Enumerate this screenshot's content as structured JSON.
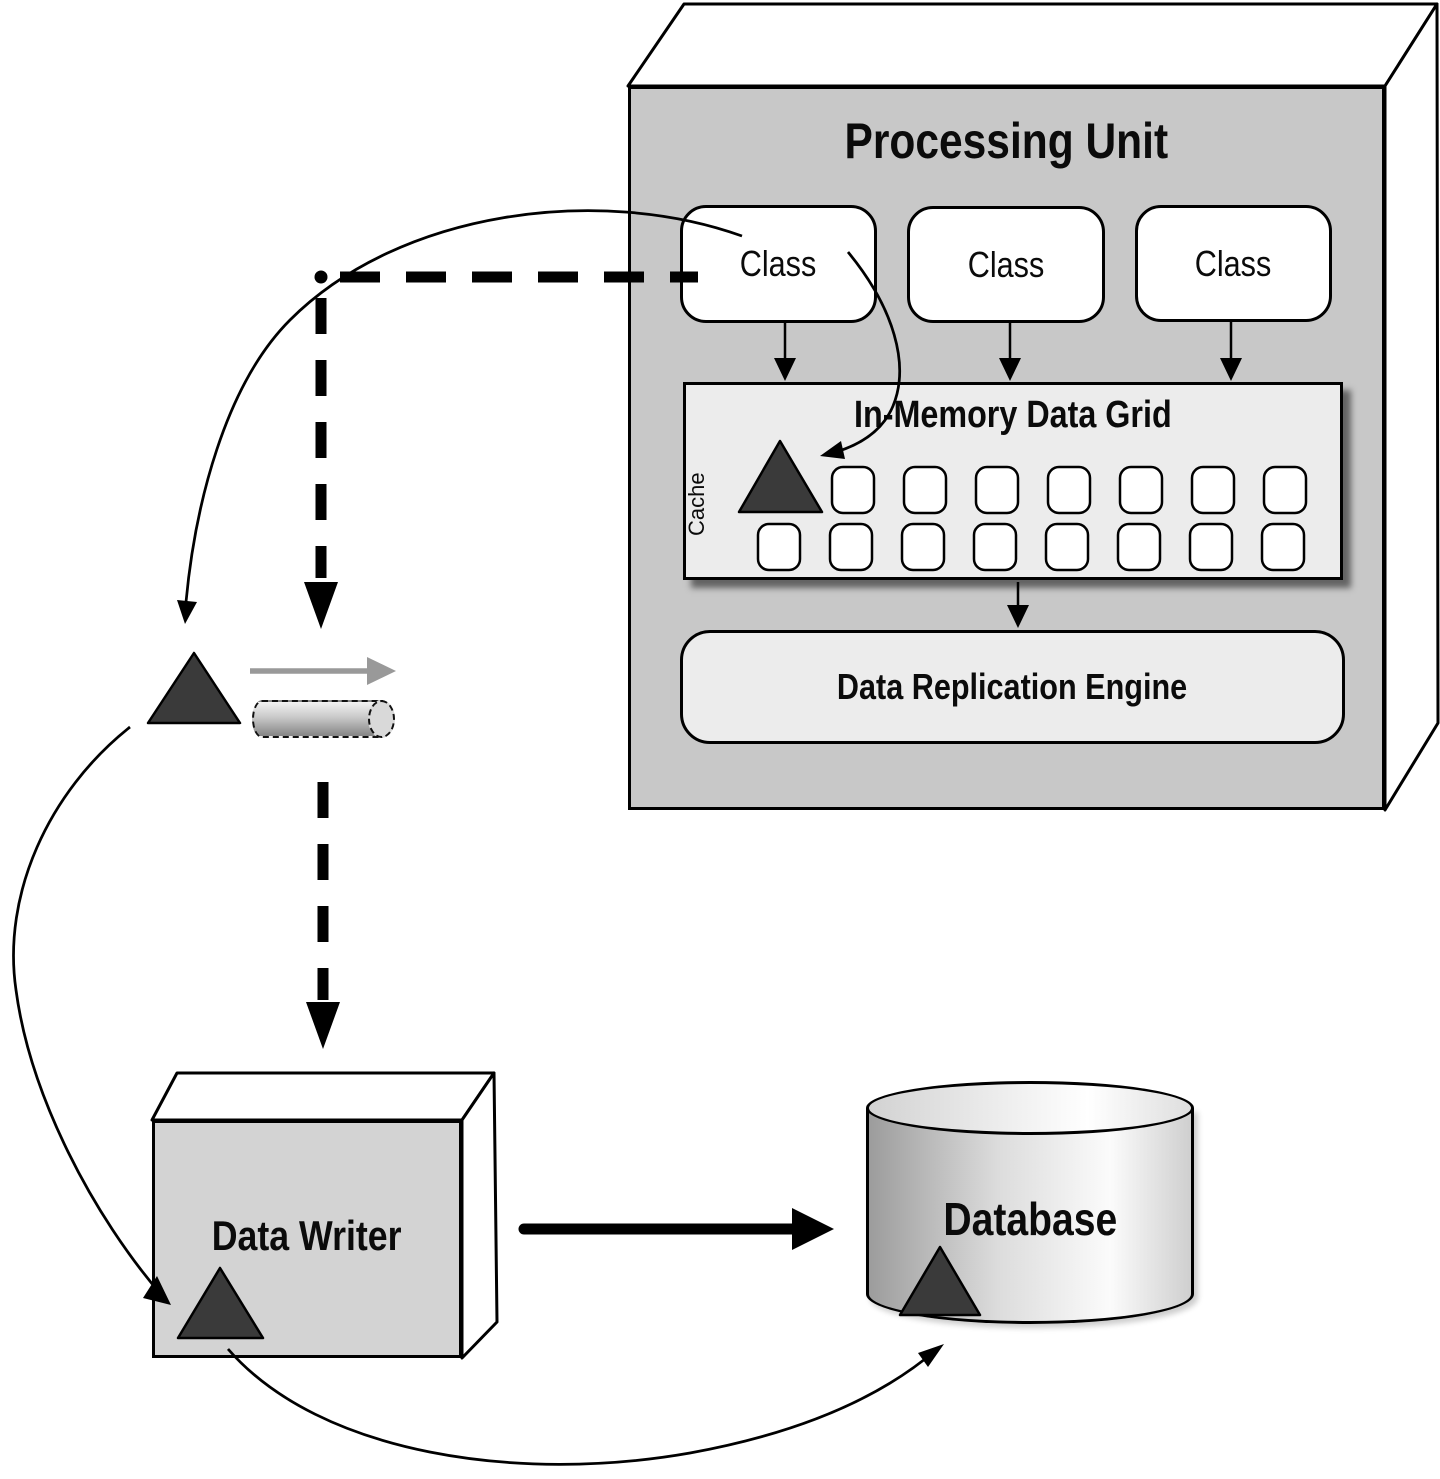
{
  "page": {
    "background": "#ffffff"
  },
  "processing_unit": {
    "title": "Processing Unit",
    "fill": "#c8c8c8"
  },
  "class_boxes": [
    {
      "label": "Class"
    },
    {
      "label": "Class"
    },
    {
      "label": "Class"
    }
  ],
  "data_grid": {
    "title": "In-Memory Data Grid",
    "cache_label": "Cache",
    "fill": "#ececec",
    "slots_row1": 7,
    "slots_row2": 8
  },
  "replication_engine": {
    "label": "Data Replication Engine",
    "fill": "#ececec"
  },
  "data_writer": {
    "label": "Data Writer",
    "fill": "#d3d3d3"
  },
  "database": {
    "label": "Database"
  },
  "colors": {
    "outline": "#000000",
    "triangle_fill": "#3a3a3a",
    "gray_arrow": "#999999",
    "panel_fill": "#ececec",
    "processing_unit_fill": "#c8c8c8",
    "data_writer_fill": "#d3d3d3"
  }
}
